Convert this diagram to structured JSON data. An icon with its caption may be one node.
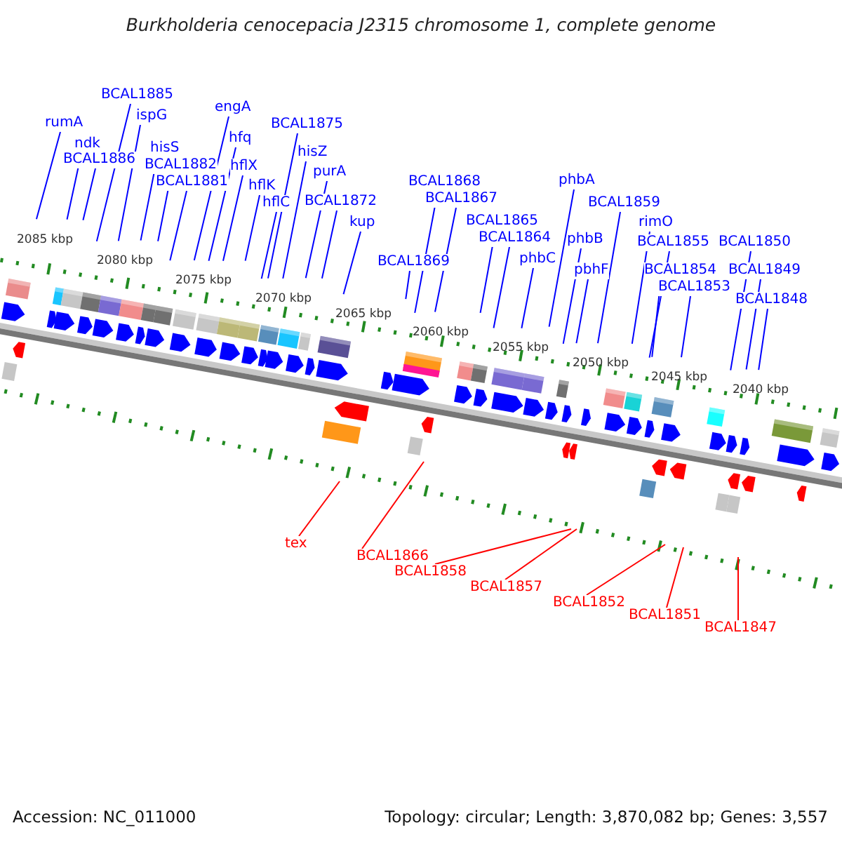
{
  "diagram": {
    "title": "Burkholderia cenocepacia J2315 chromosome 1, complete genome",
    "nodes": [
      {
        "text": [
          "rumA"
        ]
      },
      {
        "text": [
          "BCAL1885"
        ]
      },
      {
        "text": [
          "ispG"
        ]
      },
      {
        "text": [
          "ndk"
        ]
      },
      {
        "text": [
          "BCAL1886"
        ]
      },
      {
        "text": [
          "hisS"
        ]
      },
      {
        "text": [
          "BCAL1882"
        ]
      },
      {
        "text": [
          "BCAL1881"
        ]
      },
      {
        "text": [
          "engA"
        ]
      },
      {
        "text": [
          "hfq"
        ]
      },
      {
        "text": [
          "hflX"
        ]
      },
      {
        "text": [
          "hflK"
        ]
      },
      {
        "text": [
          "hflC"
        ]
      },
      {
        "text": [
          "BCAL1875"
        ]
      },
      {
        "text": [
          "hisZ"
        ]
      },
      {
        "text": [
          "purA"
        ]
      },
      {
        "text": [
          "BCAL1872"
        ]
      },
      {
        "text": [
          "kup"
        ]
      },
      {
        "text": [
          "BCAL1868"
        ]
      },
      {
        "text": [
          "BCAL1867"
        ]
      },
      {
        "text": [
          "BCAL1865"
        ]
      },
      {
        "text": [
          "BCAL1864"
        ]
      },
      {
        "text": [
          "phbC"
        ]
      },
      {
        "text": [
          "BCAL1869"
        ]
      },
      {
        "text": [
          "phbA"
        ]
      },
      {
        "text": [
          "BCAL1859"
        ]
      },
      {
        "text": [
          "phbB"
        ]
      },
      {
        "text": [
          "pbhF"
        ]
      },
      {
        "text": [
          "rimO"
        ]
      },
      {
        "text": [
          "BCAL1855"
        ]
      },
      {
        "text": [
          "BCAL1854"
        ]
      },
      {
        "text": [
          "BCAL1853"
        ]
      },
      {
        "text": [
          "BCAL1850"
        ]
      },
      {
        "text": [
          "BCAL1849"
        ]
      },
      {
        "text": [
          "BCAL1848"
        ]
      },
      {
        "text": [
          "tex"
        ]
      },
      {
        "text": [
          "BCAL1866"
        ]
      },
      {
        "text": [
          "BCAL1858"
        ]
      },
      {
        "text": [
          "BCAL1857"
        ]
      },
      {
        "text": [
          "BCAL1852"
        ]
      },
      {
        "text": [
          "BCAL1851"
        ]
      },
      {
        "text": [
          "BCAL1847"
        ]
      }
    ],
    "edges": [
      {
        "from": 0,
        "to": null,
        "arrow": "none"
      },
      {
        "from": 1,
        "to": null,
        "arrow": "none"
      },
      {
        "from": 2,
        "to": null,
        "arrow": "none"
      },
      {
        "from": 3,
        "to": null,
        "arrow": "none"
      },
      {
        "from": 4,
        "to": null,
        "arrow": "none"
      },
      {
        "from": 5,
        "to": null,
        "arrow": "none"
      },
      {
        "from": 6,
        "to": null,
        "arrow": "none"
      },
      {
        "from": 7,
        "to": null,
        "arrow": "none"
      },
      {
        "from": 8,
        "to": null,
        "arrow": "none"
      },
      {
        "from": 9,
        "to": null,
        "arrow": "none"
      },
      {
        "from": 10,
        "to": null,
        "arrow": "none"
      },
      {
        "from": 11,
        "to": null,
        "arrow": "none"
      },
      {
        "from": 12,
        "to": null,
        "arrow": "none"
      },
      {
        "from": 13,
        "to": null,
        "arrow": "none"
      },
      {
        "from": 14,
        "to": null,
        "arrow": "none"
      },
      {
        "from": 15,
        "to": null,
        "arrow": "none"
      },
      {
        "from": 16,
        "to": null,
        "arrow": "none"
      },
      {
        "from": 17,
        "to": null,
        "arrow": "none"
      },
      {
        "from": 18,
        "to": null,
        "arrow": "none"
      },
      {
        "from": 19,
        "to": null,
        "arrow": "none"
      },
      {
        "from": 20,
        "to": null,
        "arrow": "none"
      },
      {
        "from": 21,
        "to": null,
        "arrow": "none"
      },
      {
        "from": 22,
        "to": null,
        "arrow": "none"
      },
      {
        "from": 23,
        "to": null,
        "arrow": "none"
      },
      {
        "from": 24,
        "to": null,
        "arrow": "none"
      },
      {
        "from": 25,
        "to": null,
        "arrow": "none"
      },
      {
        "from": 26,
        "to": null,
        "arrow": "none"
      },
      {
        "from": 27,
        "to": null,
        "arrow": "none"
      },
      {
        "from": 28,
        "to": null,
        "arrow": "none"
      },
      {
        "from": 29,
        "to": null,
        "arrow": "none"
      },
      {
        "from": 30,
        "to": null,
        "arrow": "none"
      },
      {
        "from": 31,
        "to": null,
        "arrow": "none"
      },
      {
        "from": 32,
        "to": null,
        "arrow": "none"
      },
      {
        "from": 33,
        "to": null,
        "arrow": "none"
      },
      {
        "from": 34,
        "to": null,
        "arrow": "none"
      },
      {
        "from": 35,
        "to": null,
        "arrow": "none",
        "color": "#ff0000"
      },
      {
        "from": 36,
        "to": null,
        "arrow": "none",
        "color": "#ff0000"
      },
      {
        "from": 37,
        "to": null,
        "arrow": "none",
        "color": "#ff0000"
      },
      {
        "from": 38,
        "to": null,
        "arrow": "none",
        "color": "#ff0000"
      },
      {
        "from": 39,
        "to": null,
        "arrow": "none",
        "color": "#ff0000"
      },
      {
        "from": 40,
        "to": null,
        "arrow": "none",
        "color": "#ff0000"
      },
      {
        "from": 41,
        "to": null,
        "arrow": "none",
        "color": "#ff0000"
      }
    ],
    "labels": [
      "2085 kbp",
      "2080 kbp",
      "2075 kbp",
      "2070 kbp",
      "2065 kbp",
      "2060 kbp",
      "2055 kbp",
      "2050 kbp",
      "2045 kbp",
      "2040 kbp",
      "Accession: NC_011000",
      "Topology: circular; Length: 3,870,082 bp; Genes: 3,557"
    ]
  }
}
